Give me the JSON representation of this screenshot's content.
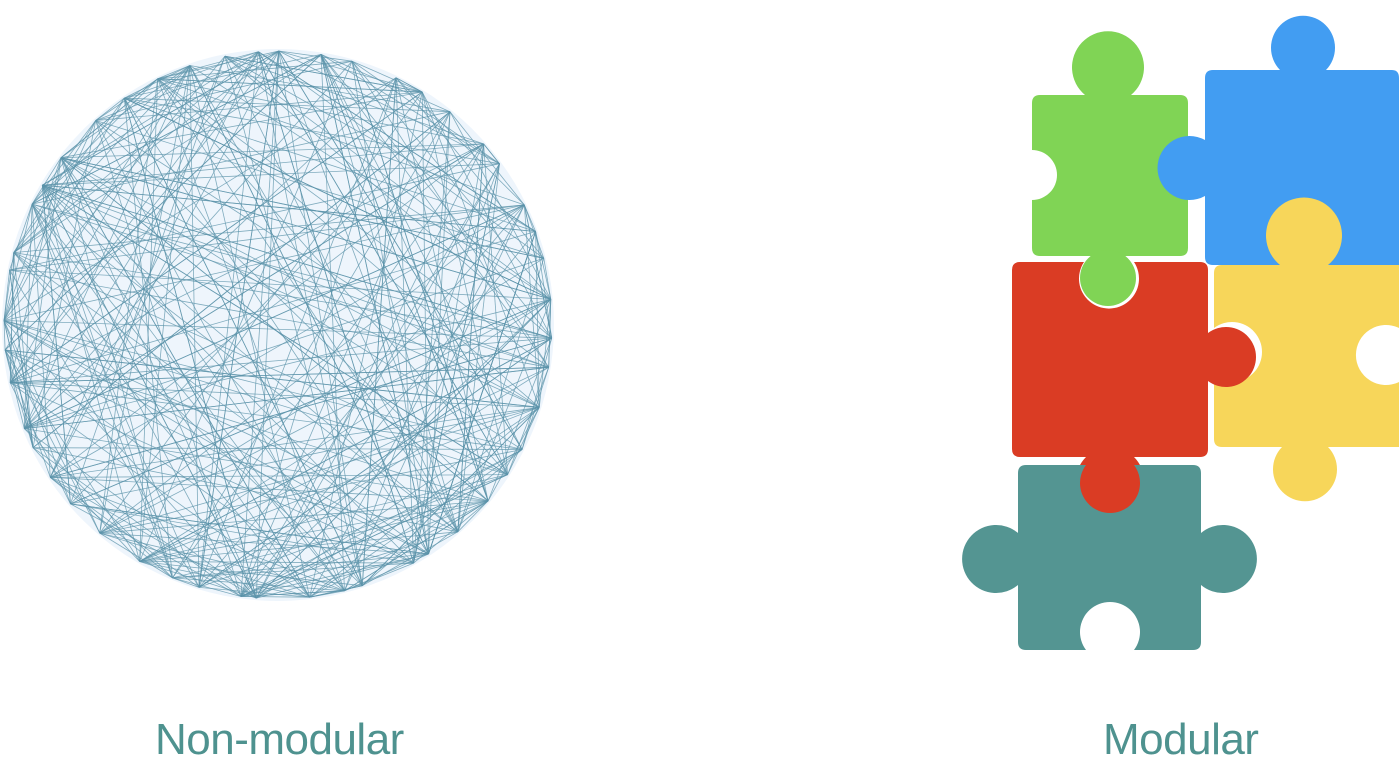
{
  "non_modular": {
    "label": "Non-modular",
    "label_color": "#4e928f",
    "node_count": 48,
    "edge_color": "#5b93aa",
    "fill_color": "#eef5fc"
  },
  "modular": {
    "label": "Modular",
    "label_color": "#4e928f",
    "pieces": [
      {
        "name": "green-puzzle-piece",
        "color": "#80d455"
      },
      {
        "name": "blue-puzzle-piece",
        "color": "#429df2"
      },
      {
        "name": "red-puzzle-piece",
        "color": "#da3c24"
      },
      {
        "name": "yellow-puzzle-piece",
        "color": "#f7d65a"
      },
      {
        "name": "teal-puzzle-piece",
        "color": "#549592"
      }
    ]
  }
}
